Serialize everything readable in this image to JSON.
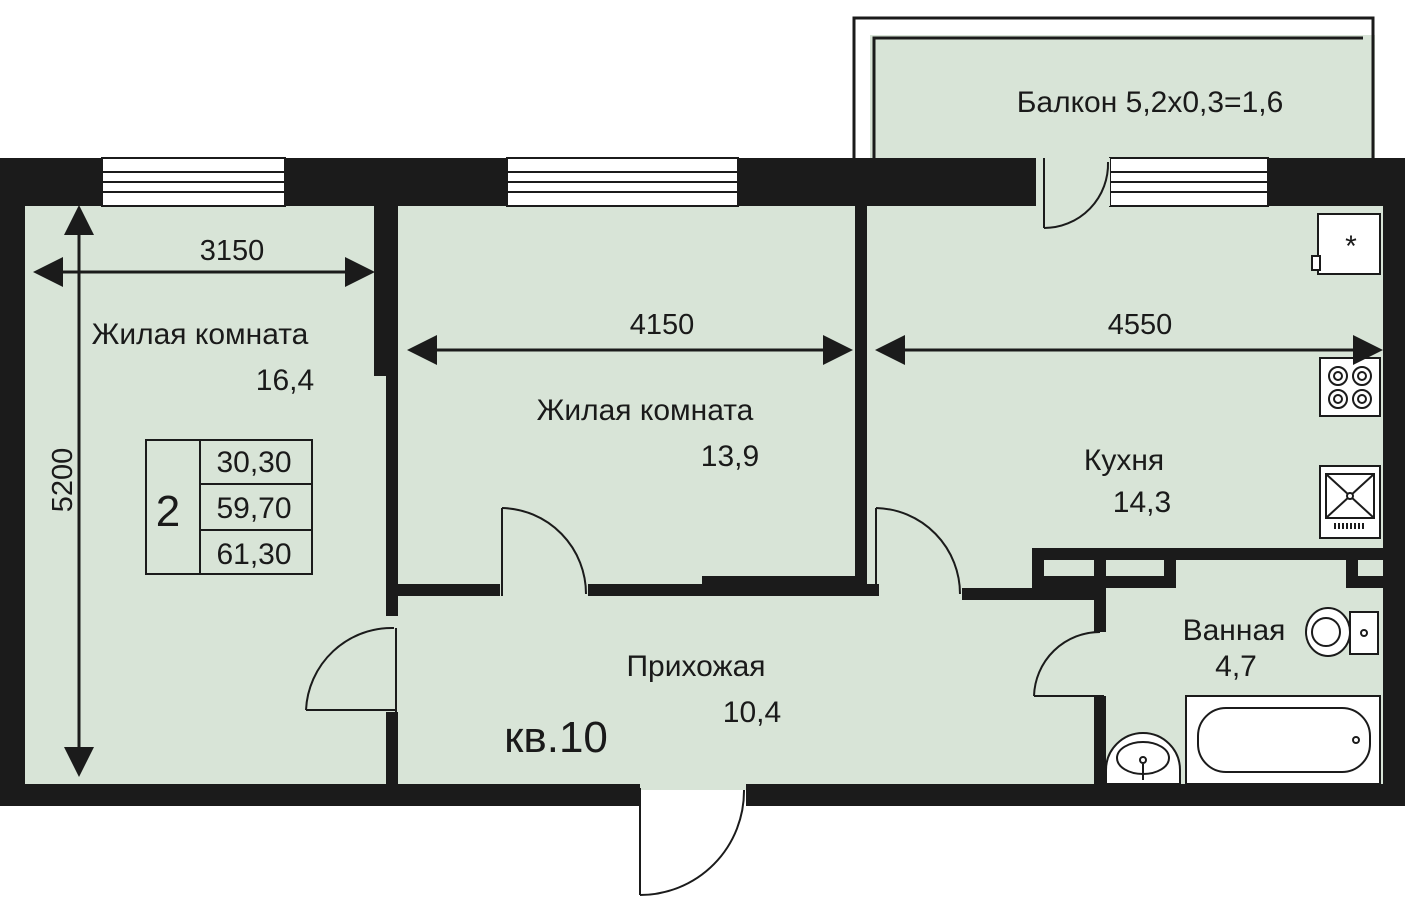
{
  "colors": {
    "floor": "#d8e4d7",
    "wall": "#1b1b1b",
    "fixture_fill": "#ffffff",
    "text": "#1a1a1a"
  },
  "rooms": {
    "living1": {
      "name": "Жилая комната",
      "area": "16,4"
    },
    "living2": {
      "name": "Жилая комната",
      "area": "13,9"
    },
    "kitchen": {
      "name": "Кухня",
      "area": "14,3"
    },
    "bathroom": {
      "name": "Ванная",
      "area": "4,7"
    },
    "hall": {
      "name": "Прихожая",
      "area": "10,4"
    },
    "balcony": {
      "label": "Балкон 5,2х0,3=1,6"
    }
  },
  "dimensions": {
    "living1_width": "3150",
    "living2_width": "4150",
    "kitchen_width": "4550",
    "depth": "5200"
  },
  "summary": {
    "rooms_count": "2",
    "living_area": "30,30",
    "total_area": "59,70",
    "total_with_balcony": "61,30"
  },
  "apartment_label": "кв.10",
  "icons": [
    "refrigerator-icon",
    "stove-icon",
    "sink-icon",
    "toilet-icon",
    "bathtub-icon",
    "washbasin-icon",
    "door-swing-icon",
    "window-icon",
    "dimension-arrow-icon"
  ]
}
